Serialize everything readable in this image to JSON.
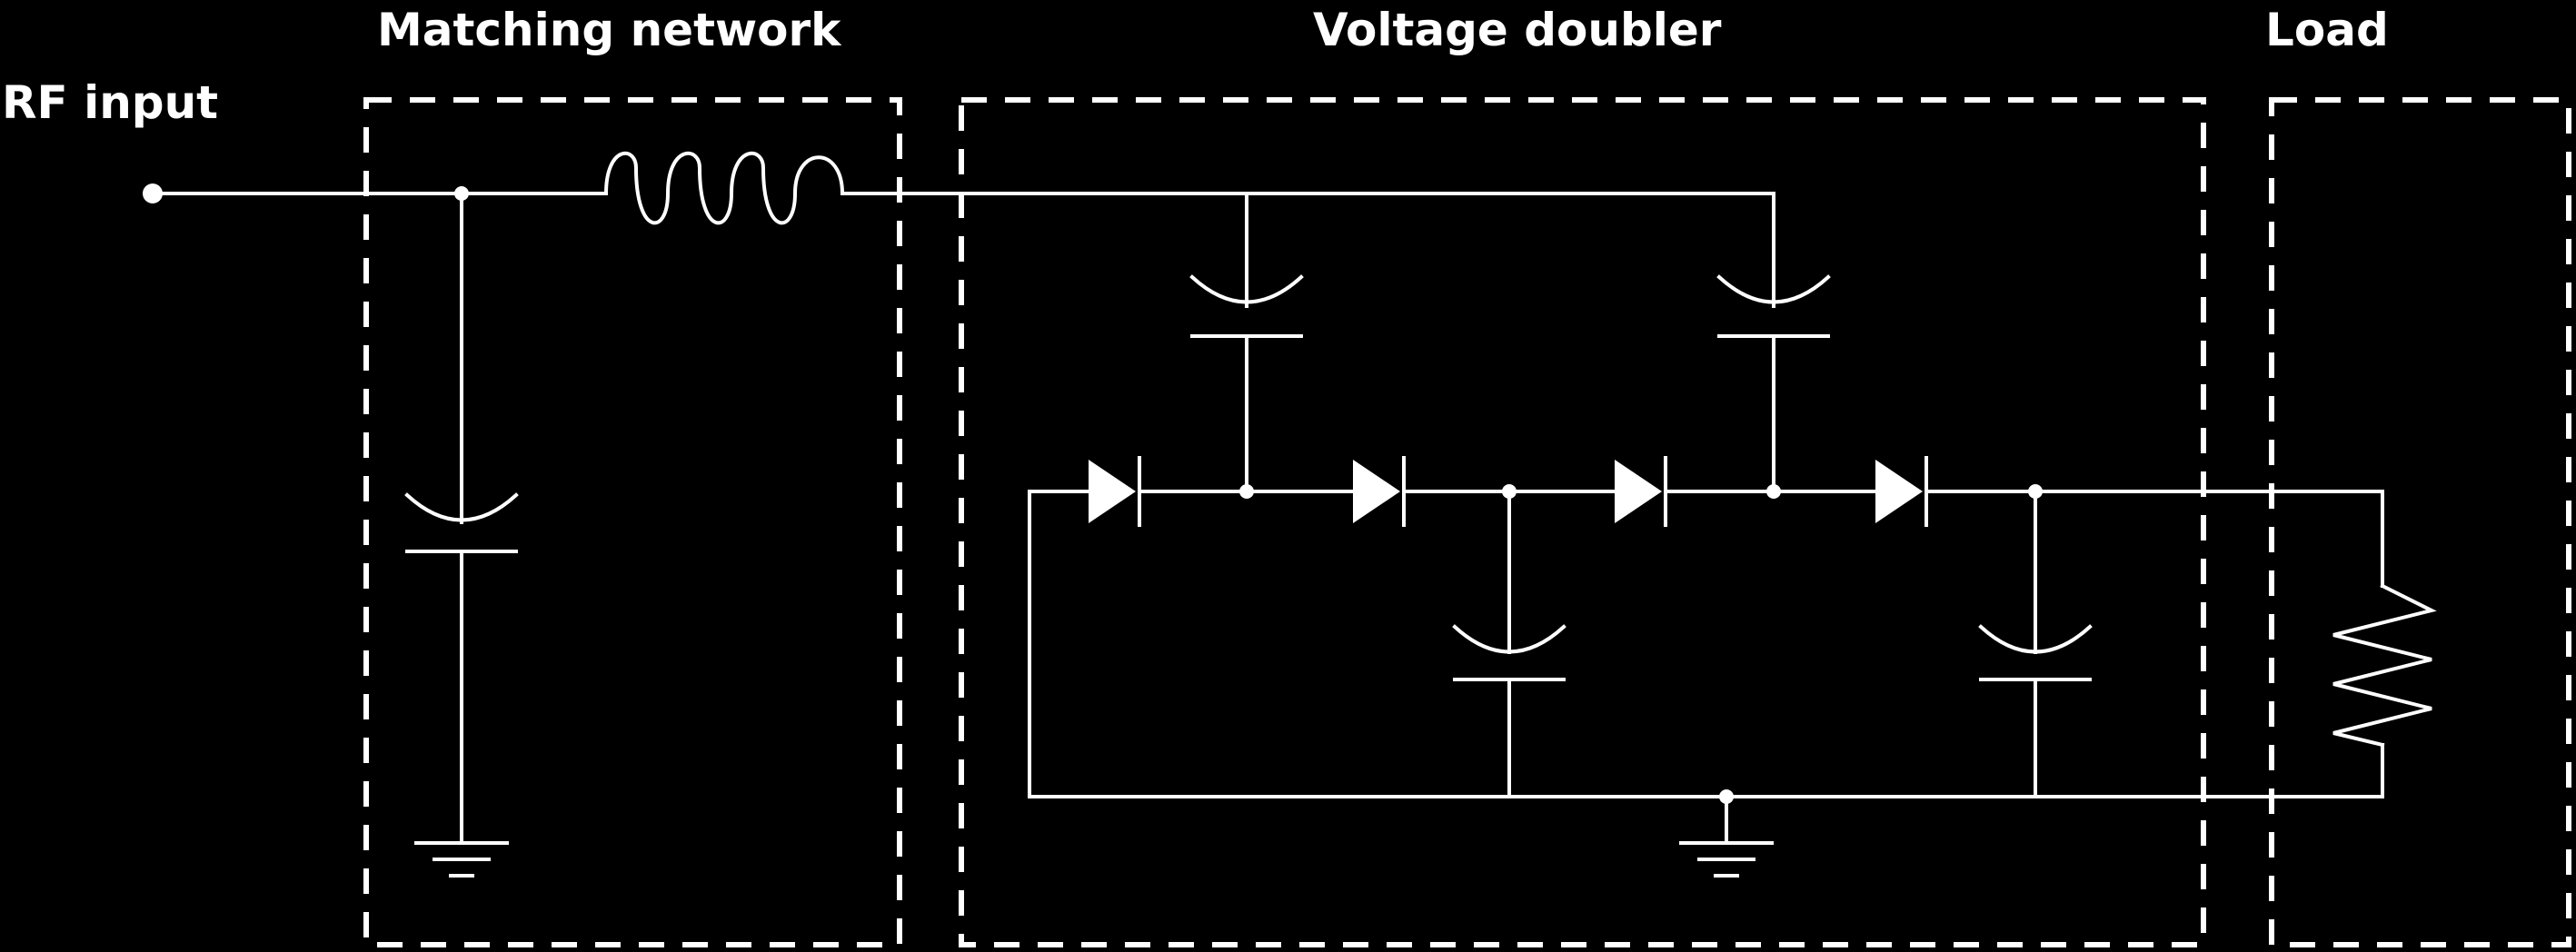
{
  "labels": {
    "rf_input": "RF input",
    "matching_network": "Matching network",
    "voltage_doubler": "Voltage doubler",
    "load": "Load"
  },
  "colors": {
    "background": "#000000",
    "foreground": "#ffffff"
  }
}
